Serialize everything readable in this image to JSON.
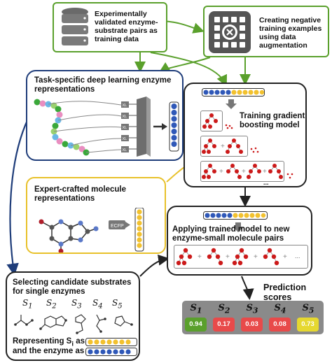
{
  "top": {
    "training_data_label": "Experimentally validated enzyme-substrate pairs as training data",
    "negatives_label": "Creating negative training examples using data augmentation"
  },
  "enzyme_box": {
    "title": "Task-specific deep learning enzyme representations",
    "layer_labels": [
      "XL",
      "XL",
      "XL",
      "XL",
      "XL"
    ]
  },
  "molecule_box": {
    "title": "Expert-crafted molecule representations",
    "ecfp_label": "ECFP"
  },
  "candidate_box": {
    "title": "Selecting candidate substrates for single enzymes",
    "substrates": [
      "S",
      "S",
      "S",
      "S",
      "S"
    ],
    "subscripts": [
      "1",
      "2",
      "3",
      "4",
      "5"
    ],
    "caption_line1": "Representing S",
    "caption_sub": "i",
    "caption_line1_end": " as",
    "caption_line2": "and the enzyme as"
  },
  "training_box": {
    "title": "Training gradient boosting model",
    "ellipsis": "..."
  },
  "applying_box": {
    "title": "Applying trained  model to new enzyme-small molecule pairs",
    "ellipsis": "..."
  },
  "prediction": {
    "title": "Prediction scores",
    "headers": [
      "S",
      "S",
      "S",
      "S",
      "S"
    ],
    "subscripts": [
      "1",
      "2",
      "3",
      "4",
      "5"
    ],
    "scores": [
      "0.94",
      "0.17",
      "0.03",
      "0.08",
      "0.73"
    ],
    "colors": [
      "#5aa02c",
      "#e84a4a",
      "#e84a4a",
      "#e84a4a",
      "#e6d830"
    ]
  },
  "colors": {
    "green": "#5aa02c",
    "blue": "#1f3d7a",
    "yellow": "#e8c12a",
    "tree_red": "#cc1a1a"
  }
}
